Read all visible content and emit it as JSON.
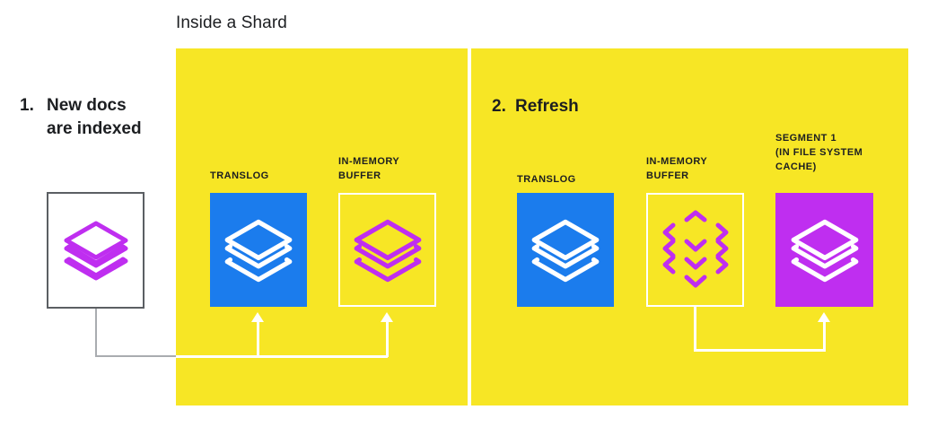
{
  "diagram": {
    "title": "Inside a Shard",
    "steps": [
      {
        "number": "1.",
        "label": "New docs\nare indexed"
      },
      {
        "number": "2.",
        "label": "Refresh"
      }
    ],
    "panel1": {
      "boxes": [
        {
          "key": "translog",
          "label": "TRANSLOG",
          "fill": "#1b7ced",
          "icon": "layers-stack-icon",
          "icon_color": "#ffffff"
        },
        {
          "key": "buffer",
          "label": "IN-MEMORY\nBUFFER",
          "fill": "none",
          "icon": "layers-stack-icon",
          "icon_color": "#bf2ef0"
        }
      ]
    },
    "panel2": {
      "boxes": [
        {
          "key": "translog2",
          "label": "TRANSLOG",
          "fill": "#1b7ced",
          "icon": "layers-stack-icon",
          "icon_color": "#ffffff"
        },
        {
          "key": "buffer2",
          "label": "IN-MEMORY\nBUFFER",
          "fill": "none",
          "icon": "layers-scattered-icon",
          "icon_color": "#bf2ef0"
        },
        {
          "key": "segment1",
          "label": "SEGMENT 1\n(IN FILE SYSTEM\nCACHE)",
          "fill": "#bf2ef0",
          "icon": "layers-stack-icon",
          "icon_color": "#ffffff"
        }
      ]
    },
    "source_doc": {
      "name": "new-docs-box",
      "icon": "layers-stack-icon",
      "icon_color": "#bf2ef0",
      "border_color": "#5b5f63"
    },
    "colors": {
      "panel_yellow": "#f7e625",
      "blue": "#1b7ced",
      "magenta": "#bf2ef0",
      "white": "#ffffff",
      "grey_line": "#a9acb0",
      "text": "#1c1e21"
    }
  }
}
